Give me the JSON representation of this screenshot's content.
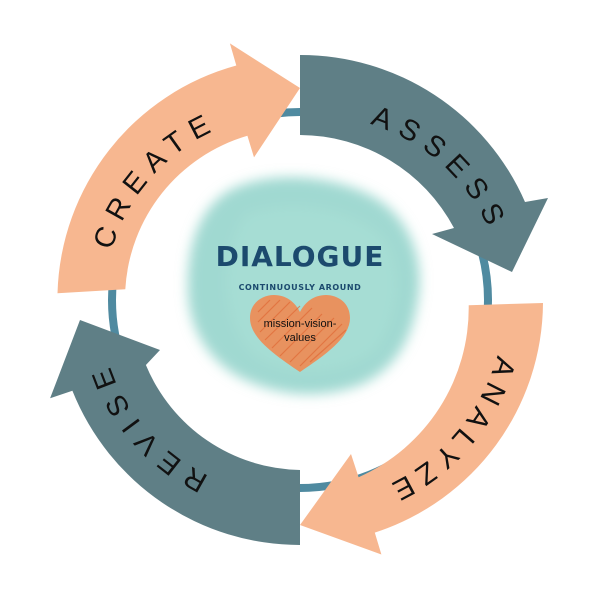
{
  "colors": {
    "orange": "#f7b790",
    "slate": "#5f7f86",
    "ring": "#4f8aa0",
    "watercolor": "#8fd2c9",
    "heart": "#f08a52",
    "title": "#1c4a6e"
  },
  "cycle": {
    "steps": [
      {
        "label": "CREATE",
        "color": "orange"
      },
      {
        "label": "ASSESS",
        "color": "slate"
      },
      {
        "label": "ANALYZE",
        "color": "orange"
      },
      {
        "label": "REVISE",
        "color": "slate"
      }
    ]
  },
  "center": {
    "title": "DIALOGUE",
    "subtitle": "CONTINUOUSLY AROUND",
    "heart_text_line1": "mission-vision-",
    "heart_text_line2": "values"
  }
}
